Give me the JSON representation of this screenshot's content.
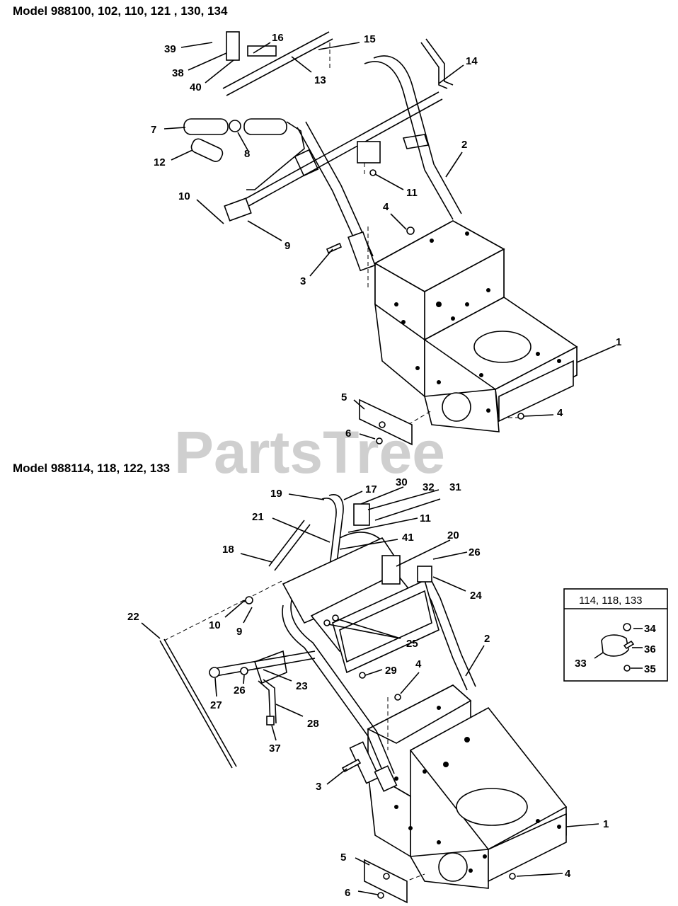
{
  "sections": [
    {
      "heading": "Model 988100, 102, 110, 121 , 130, 134"
    },
    {
      "heading": "Model 988114, 118, 122, 133"
    }
  ],
  "watermark": "PartsTree",
  "inset": {
    "title": "114, 118, 133"
  },
  "callouts": {
    "top": [
      "39",
      "38",
      "40",
      "16",
      "15",
      "13",
      "14",
      "7",
      "8",
      "12",
      "2",
      "11",
      "10",
      "9",
      "4",
      "3",
      "1",
      "5",
      "6",
      "4"
    ],
    "bottom": [
      "19",
      "17",
      "30",
      "32",
      "31",
      "21",
      "11",
      "41",
      "18",
      "20",
      "26",
      "24",
      "22",
      "10",
      "9",
      "25",
      "2",
      "29",
      "4",
      "23",
      "26",
      "27",
      "28",
      "37",
      "3",
      "1",
      "5",
      "6",
      "4"
    ],
    "inset": [
      "34",
      "33",
      "36",
      "35"
    ]
  }
}
